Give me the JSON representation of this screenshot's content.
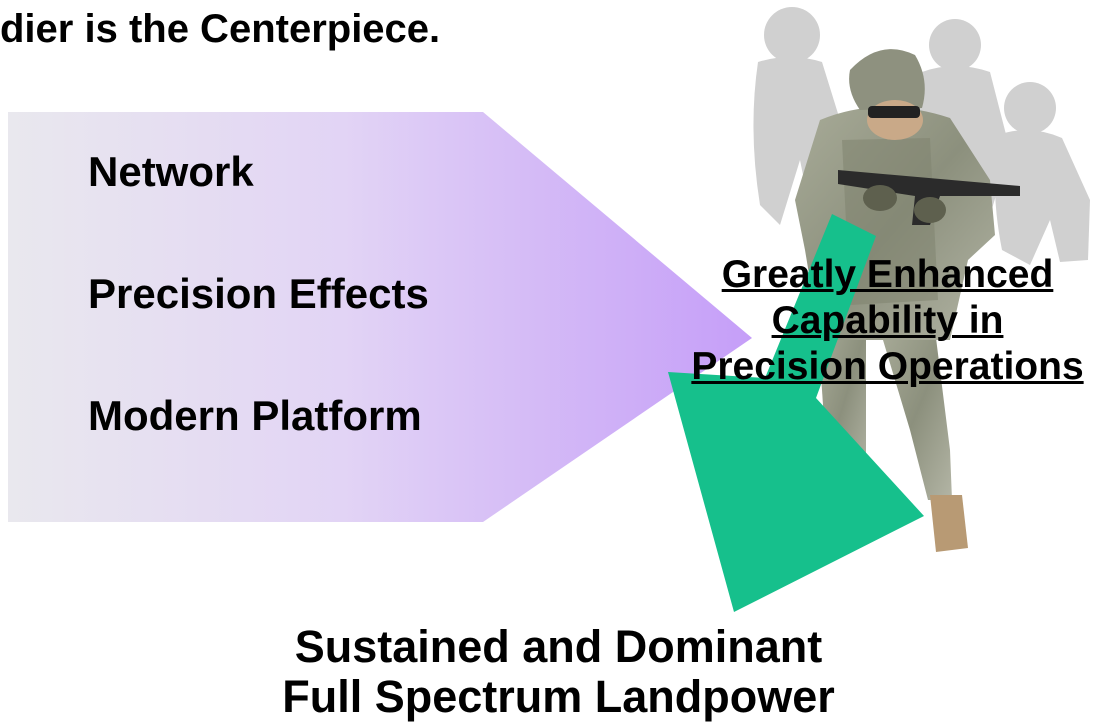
{
  "slide": {
    "title": "dier is the Centerpiece.",
    "inputs": [
      "Network",
      "Precision Effects",
      "Modern Platform"
    ],
    "capability_lines": [
      "Greatly Enhanced",
      "Capability in",
      "Precision Operations"
    ],
    "outcome_lines": [
      "Sustained and Dominant",
      "Full Spectrum Landpower"
    ]
  },
  "colors": {
    "pentagon_start": "#e9e8ee",
    "pentagon_end": "#c9a6f7",
    "arrow": "#16c08c",
    "silhouette": "#cfcfcf"
  },
  "icons": [
    "soldier-figure",
    "soldier-silhouette"
  ]
}
